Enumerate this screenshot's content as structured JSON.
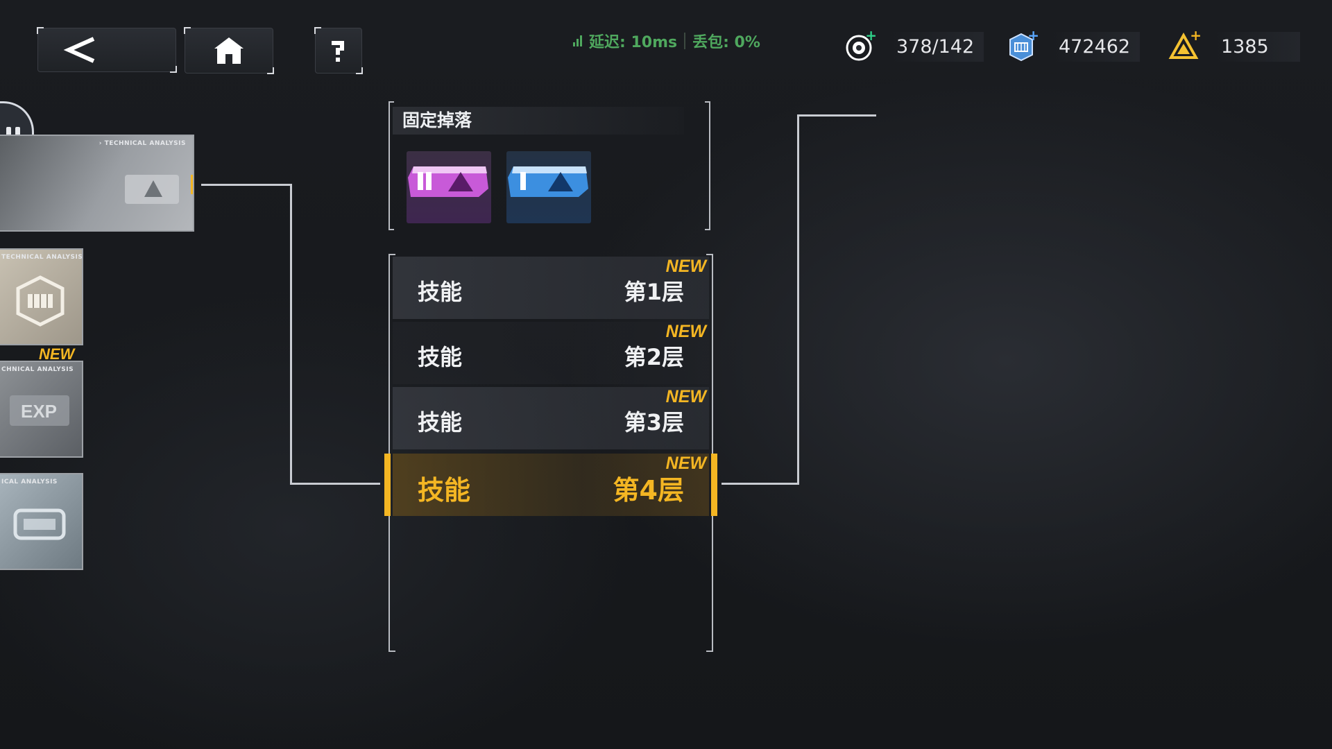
{
  "network": {
    "latency": "延迟: 10ms",
    "packet_loss": "丢包: 0%"
  },
  "resources": [
    {
      "name": "stamina",
      "icon": "stamina-icon",
      "value": "378/142",
      "plus_color": "#2fd18a"
    },
    {
      "name": "credits",
      "icon": "credit-icon",
      "value": "472462",
      "plus_color": "#5aa8ff"
    },
    {
      "name": "gems",
      "icon": "triangle-gem-icon",
      "value": "1385",
      "plus_color": "#f4b623"
    }
  ],
  "left_cards": [
    {
      "tag": "› TECHNICAL ANALYSIS",
      "new": ""
    },
    {
      "tag": "TECHNICAL ANALYSIS",
      "new": ""
    },
    {
      "tag": "CHNICAL ANALYSIS",
      "new": "NEW"
    },
    {
      "tag": "ICAL ANALYSIS",
      "new": ""
    }
  ],
  "drops": {
    "title": "固定掉落",
    "items": [
      {
        "name": "purple-skill-ticket",
        "color": "#c85ad8"
      },
      {
        "name": "blue-skill-ticket",
        "color": "#3c8fe0"
      }
    ]
  },
  "tiers": [
    {
      "name": "技能",
      "level": "第1层",
      "new": "NEW",
      "active": false
    },
    {
      "name": "技能",
      "level": "第2层",
      "new": "NEW",
      "active": false
    },
    {
      "name": "技能",
      "level": "第3层",
      "new": "NEW",
      "active": false
    },
    {
      "name": "技能",
      "level": "第4层",
      "new": "NEW",
      "active": true
    }
  ],
  "colors": {
    "accent": "#f4b623",
    "network_ok": "#4fa85e"
  }
}
